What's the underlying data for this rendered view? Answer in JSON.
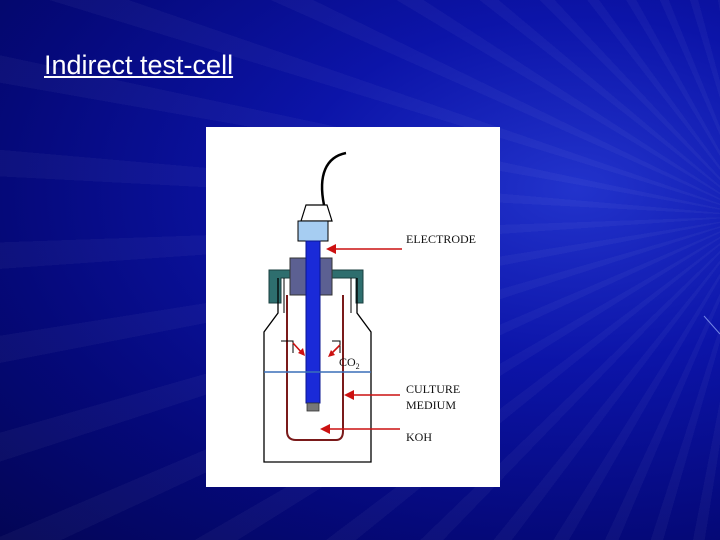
{
  "slide": {
    "title": "Indirect test-cell"
  },
  "diagram": {
    "labels": {
      "electrode": "ELECTRODE",
      "co2_main": "CO",
      "co2_sub": "2",
      "culture_line1": "CULTURE",
      "culture_line2": "MEDIUM",
      "koh": "KOH"
    },
    "colors": {
      "electrode_blue": "#1a2ad8",
      "electrode_tip": "#a6cdf2",
      "cap_green": "#2e6e6e",
      "stopper": "#5c6092",
      "arrow_red": "#cc1111",
      "vessel_dark_red": "#7a1a1a",
      "liquid_line": "#3a6fb8"
    }
  }
}
